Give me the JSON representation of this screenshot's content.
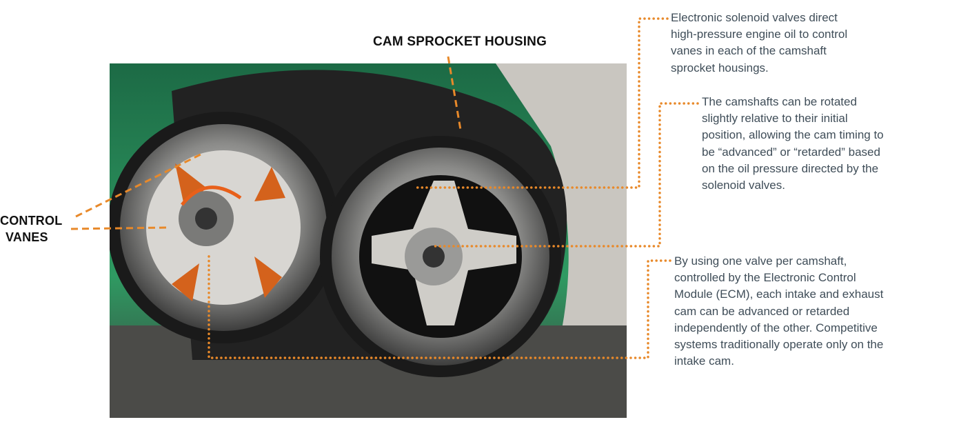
{
  "labels": {
    "cam_sprocket_housing": "CAM SPROCKET HOUSING",
    "control_vanes": [
      "CONTROL",
      "VANES"
    ]
  },
  "callouts": [
    {
      "lines": [
        "Electronic solenoid valves direct",
        "high-pressure engine oil to control",
        "vanes in each of the camshaft",
        "sprocket housings."
      ]
    },
    {
      "lines": [
        "The camshafts can be rotated",
        "slightly relative to their initial",
        "position, allowing the cam timing to",
        "be “advanced” or “retarded” based",
        "on the oil pressure directed by the",
        "solenoid valves."
      ]
    },
    {
      "lines": [
        "By using one valve per camshaft,",
        "controlled by the Electronic Control",
        "Module (ECM), each intake and exhaust",
        "cam can be advanced or retarded",
        "independently of the other. Competitive",
        "systems traditionally operate only on the",
        "intake cam."
      ]
    }
  ],
  "colors": {
    "accent": "#e8892a",
    "text": "#3f4d58",
    "label": "#111111"
  }
}
